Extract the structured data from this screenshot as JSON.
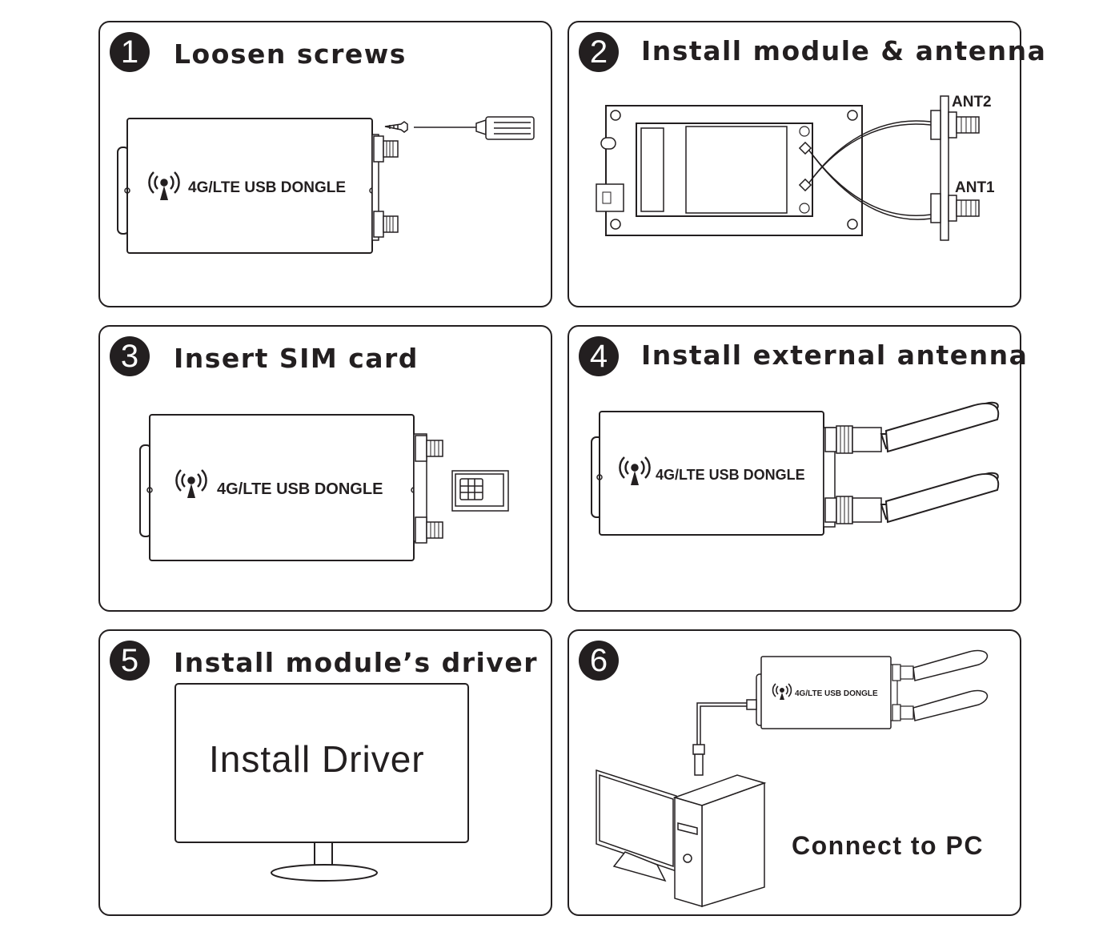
{
  "steps": [
    {
      "number": "1",
      "title": "Loosen screws"
    },
    {
      "number": "2",
      "title": "Install module & antenna"
    },
    {
      "number": "3",
      "title": "Insert SIM card"
    },
    {
      "number": "4",
      "title": "Install external antenna"
    },
    {
      "number": "5",
      "title": "Install module’s driver"
    },
    {
      "number": "6",
      "title": ""
    }
  ],
  "device_label": "4G/LTE USB DONGLE",
  "antenna_labels": {
    "ant2": "ANT2",
    "ant1": "ANT1"
  },
  "monitor_text": "Install Driver",
  "connect_caption": "Connect to PC",
  "icons": {
    "signal": "antenna-signal-icon"
  }
}
